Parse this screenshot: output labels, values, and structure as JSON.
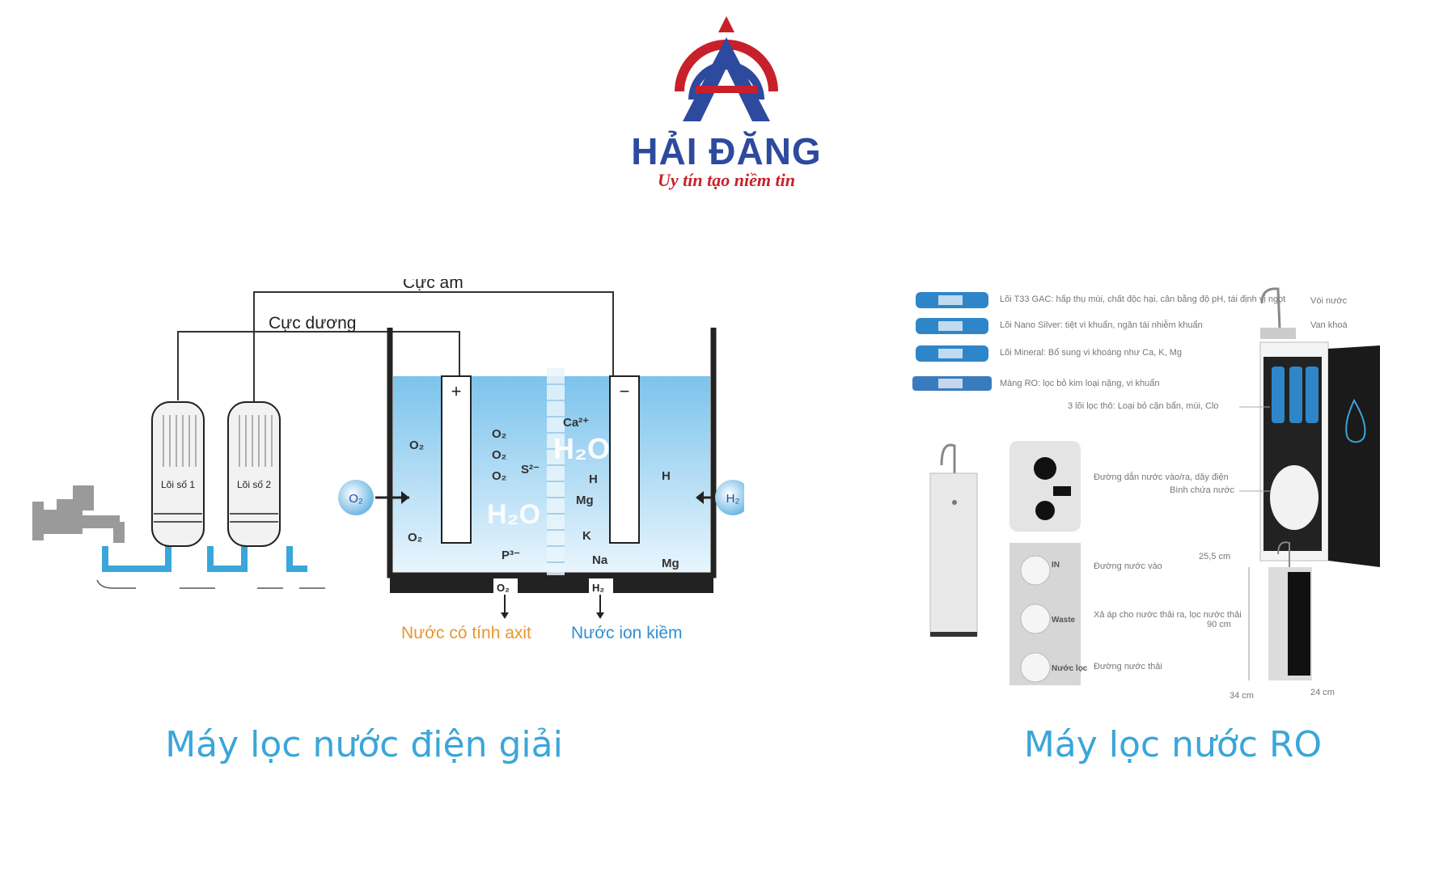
{
  "brand": {
    "name": "HẢI ĐĂNG",
    "slogan": "Uy tín tạo niềm tin",
    "colors": {
      "primary": "#2d4a9e",
      "accent": "#c8202a"
    }
  },
  "electrolysis": {
    "caption": "Máy lọc nước điện giải",
    "wire_negative": "Cực âm",
    "wire_positive": "Cực dương",
    "filter_1": "Lõi số 1",
    "filter_2": "Lõi số 2",
    "electrode_plus": "+",
    "electrode_minus": "−",
    "outlet_acid_gas": "O₂",
    "outlet_alkaline_gas": "H₂",
    "outlet_acid": "Nước có tính axit",
    "outlet_alkaline": "Nước ion kiềm",
    "inlet_left_gas": "O₂",
    "inlet_right_gas": "H₂",
    "h2o_big_1": "H₂O",
    "h2o_big_2": "H₂O",
    "ions_left": [
      "O₂",
      "O₂",
      "O₂",
      "O₂",
      "S²⁻",
      "O₂",
      "P³⁻"
    ],
    "ions_right": [
      "Ca²⁺",
      "H",
      "Mg",
      "K",
      "Na",
      "H",
      "Mg"
    ],
    "colors": {
      "water": "#a9d8f2",
      "acid_label": "#e8962e",
      "alkaline_label": "#2f8fd0"
    }
  },
  "ro": {
    "caption": "Máy lọc nước RO",
    "filter_labels": [
      "Lõi T33 GAC: hấp thụ mùi, chất độc hại, cân bằng độ pH, tái định vị ngọt",
      "Lõi Nano Silver: tiệt vi khuẩn, ngăn tái nhiễm khuẩn",
      "Lõi Mineral: Bổ sung vi khoáng như Ca, K, Mg",
      "Màng RO: lọc bỏ kim loại nặng, vi khuẩn"
    ],
    "faucet_label": "Vòi nước",
    "handle_label": "Van khoá",
    "prefilter_label": "3 lõi lọc thô: Loại bỏ cặn bẩn, mùi, Clo",
    "tank_label": "Bình chứa nước",
    "power_label": "Đường dẫn nước vào/ra, dây điện",
    "inlet_label": "Đường nước vào",
    "drain_label": "Xả áp cho nước thải ra, lọc nước thải",
    "waste_label": "Đường nước thải",
    "dim_top": "25,5 cm",
    "dim_height": "90 cm",
    "dim_depth": "34 cm",
    "dim_width": "24 cm",
    "connector_1": "IN",
    "connector_2": "Waste",
    "connector_3": "Nước lọc"
  }
}
